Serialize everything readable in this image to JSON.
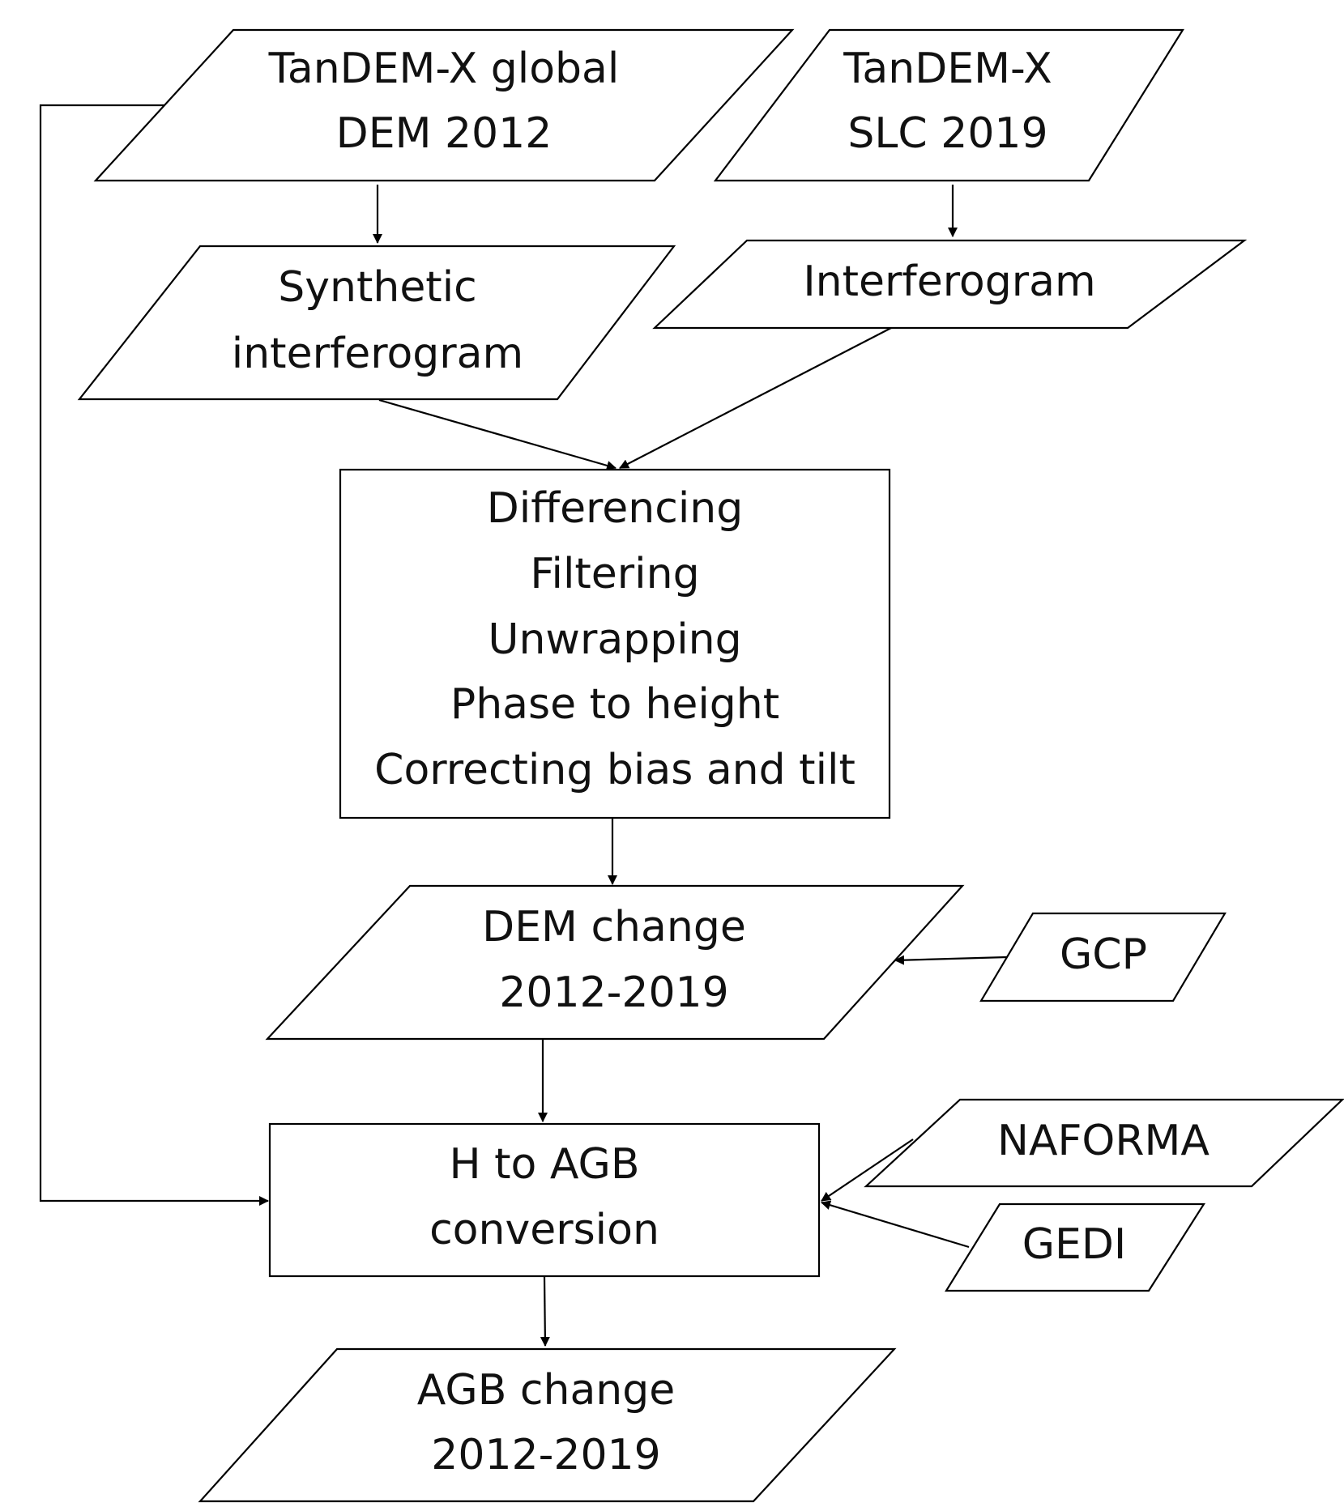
{
  "nodes": {
    "tandem_global": {
      "lines": [
        "TanDEM-X global",
        "DEM 2012"
      ]
    },
    "tandem_slc": {
      "lines": [
        "TanDEM-X",
        "SLC 2019"
      ]
    },
    "synthetic": {
      "lines": [
        "Synthetic",
        "interferogram"
      ]
    },
    "interferogram": {
      "lines": [
        "Interferogram"
      ]
    },
    "processing": {
      "lines": [
        "Differencing",
        "Filtering",
        "Unwrapping",
        "Phase to height",
        "Correcting bias and tilt"
      ]
    },
    "dem_change": {
      "lines": [
        "DEM change",
        "2012-2019"
      ]
    },
    "gcp": {
      "lines": [
        "GCP"
      ]
    },
    "h_to_agb": {
      "lines": [
        "H to AGB",
        "conversion"
      ]
    },
    "naforma": {
      "lines": [
        "NAFORMA"
      ]
    },
    "gedi": {
      "lines": [
        "GEDI"
      ]
    },
    "agb_change": {
      "lines": [
        "AGB change",
        "2012-2019"
      ]
    }
  },
  "edges": [
    {
      "from": "tandem_global",
      "to": "synthetic"
    },
    {
      "from": "tandem_slc",
      "to": "interferogram"
    },
    {
      "from": "synthetic",
      "to": "processing"
    },
    {
      "from": "interferogram",
      "to": "processing"
    },
    {
      "from": "processing",
      "to": "dem_change"
    },
    {
      "from": "gcp",
      "to": "dem_change"
    },
    {
      "from": "dem_change",
      "to": "h_to_agb"
    },
    {
      "from": "tandem_global",
      "to": "h_to_agb"
    },
    {
      "from": "naforma",
      "to": "h_to_agb"
    },
    {
      "from": "gedi",
      "to": "h_to_agb"
    },
    {
      "from": "h_to_agb",
      "to": "agb_change"
    }
  ]
}
